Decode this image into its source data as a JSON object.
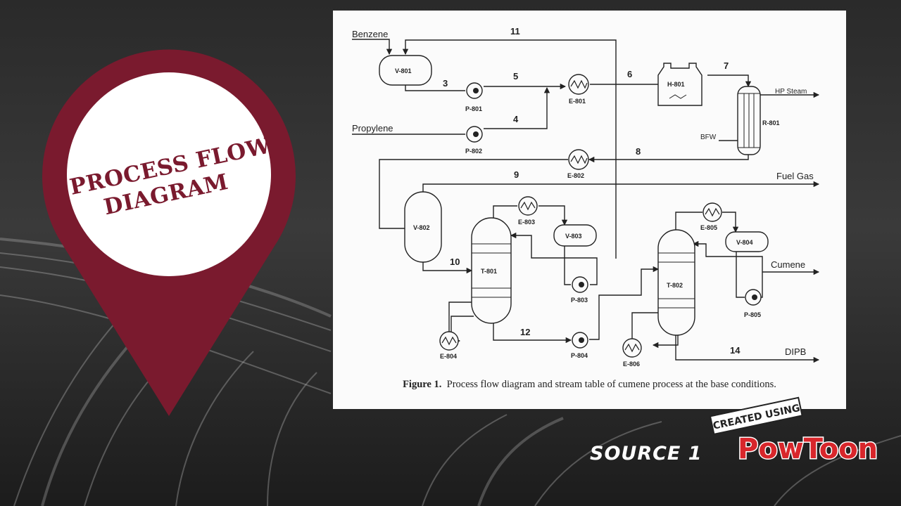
{
  "pin": {
    "line1": "PROCESS FLOW",
    "line2": "DIAGRAM"
  },
  "figure": {
    "caption_label": "Figure 1.",
    "caption_text": "Process flow diagram and stream table of cumene process at the base conditions.",
    "inputs": {
      "benzene": "Benzene",
      "propylene": "Propylene",
      "bfw": "BFW"
    },
    "outputs": {
      "hp_steam": "HP Steam",
      "fuel_gas": "Fuel Gas",
      "cumene": "Cumene",
      "dipb": "DIPB"
    },
    "equipment": {
      "v801": "V-801",
      "v802": "V-802",
      "v803": "V-803",
      "v804": "V-804",
      "p801": "P-801",
      "p802": "P-802",
      "p803": "P-803",
      "p804": "P-804",
      "p805": "P-805",
      "e801": "E-801",
      "e802": "E-802",
      "e803": "E-803",
      "e804": "E-804",
      "e805": "E-805",
      "e806": "E-806",
      "h801": "H-801",
      "r801": "R-801",
      "t801": "T-801",
      "t802": "T-802"
    },
    "streams": {
      "s3": "3",
      "s4": "4",
      "s5": "5",
      "s6": "6",
      "s7": "7",
      "s8": "8",
      "s9": "9",
      "s10": "10",
      "s11": "11",
      "s12": "12",
      "s14": "14"
    }
  },
  "source_label": "SOURCE 1",
  "badge": {
    "top": "CREATED USING",
    "brand": "PowToon"
  },
  "colors": {
    "pin": "#7a1a2e",
    "panel": "#fbfbfb",
    "badge_red": "#d8262b",
    "badge_blue": "#1c7fc4"
  }
}
